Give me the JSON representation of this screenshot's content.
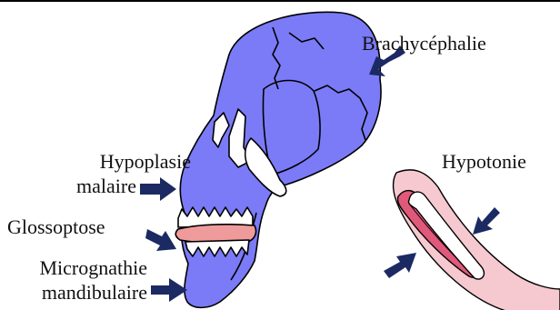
{
  "labels": {
    "brachycephalie": "Brachycéphalie",
    "hypoplasie_line1": "Hypoplasie",
    "hypoplasie_line2": "malaire",
    "glossoptose": "Glossoptose",
    "micrognathie_line1": "Micrognathie",
    "micrognathie_line2": "mandibulaire",
    "hypotonie": "Hypotonie"
  },
  "colors": {
    "skull": "#7b7bf7",
    "outline": "#000000",
    "tongue": "#f09b9b",
    "arrow": "#1b2a63",
    "skin": "#f6c8cf",
    "muscle": "#e0587a",
    "bone": "#ffffff"
  },
  "icons": {
    "skull": "skull-illustration",
    "arm": "arm-muscle-illustration",
    "arrow": "pointer-arrow-icon"
  }
}
